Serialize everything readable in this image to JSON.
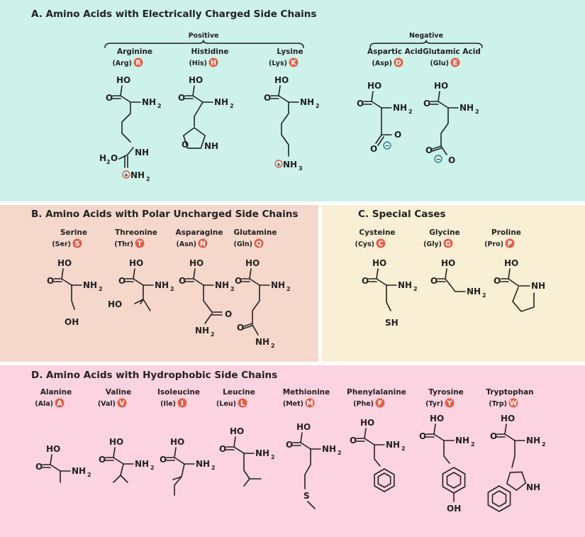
{
  "colors": {
    "sectionA": "#cdf2ea",
    "sectionB": "#f6d7cc",
    "sectionC": "#f8efd4",
    "sectionD": "#fbd3e1",
    "badge": "#e0604a",
    "ink": "#222222"
  },
  "sections": [
    {
      "id": "A",
      "title": "A.   Amino Acids with Electrically Charged Side Chains",
      "groups": [
        {
          "label": "Positive"
        },
        {
          "label": "Negative"
        }
      ],
      "acids": [
        {
          "name": "Arginine",
          "abbr": "(Arg)",
          "letter": "R"
        },
        {
          "name": "Histidine",
          "abbr": "(His)",
          "letter": "H"
        },
        {
          "name": "Lysine",
          "abbr": "(Lys)",
          "letter": "K"
        },
        {
          "name": "Aspartic Acid",
          "abbr": "(Asp)",
          "letter": "D"
        },
        {
          "name": "Glutamic Acid",
          "abbr": "(Glu)",
          "letter": "E"
        }
      ]
    },
    {
      "id": "B",
      "title": "B.   Amino Acids with Polar Uncharged Side Chains",
      "acids": [
        {
          "name": "Serine",
          "abbr": "(Ser)",
          "letter": "S"
        },
        {
          "name": "Threonine",
          "abbr": "(Thr)",
          "letter": "T"
        },
        {
          "name": "Asparagine",
          "abbr": "(Asn)",
          "letter": "N"
        },
        {
          "name": "Glutamine",
          "abbr": "(Gln)",
          "letter": "Q"
        }
      ]
    },
    {
      "id": "C",
      "title": "C.   Special Cases",
      "acids": [
        {
          "name": "Cysteine",
          "abbr": "(Cys)",
          "letter": "C"
        },
        {
          "name": "Glycine",
          "abbr": "(Gly)",
          "letter": "G"
        },
        {
          "name": "Proline",
          "abbr": "(Pro)",
          "letter": "P"
        }
      ]
    },
    {
      "id": "D",
      "title": "D.   Amino Acids with Hydrophobic Side Chains",
      "acids": [
        {
          "name": "Alanine",
          "abbr": "(Ala)",
          "letter": "A"
        },
        {
          "name": "Valine",
          "abbr": "(Val)",
          "letter": "V"
        },
        {
          "name": "Isoleucine",
          "abbr": "(Ile)",
          "letter": "I"
        },
        {
          "name": "Leucine",
          "abbr": "(Leu)",
          "letter": "L"
        },
        {
          "name": "Methionine",
          "abbr": "(Met)",
          "letter": "M"
        },
        {
          "name": "Phenylalanine",
          "abbr": "(Phe)",
          "letter": "F"
        },
        {
          "name": "Tyrosine",
          "abbr": "(Tyr)",
          "letter": "Y"
        },
        {
          "name": "Tryptophan",
          "abbr": "(Trp)",
          "letter": "W"
        }
      ]
    }
  ],
  "atoms": {
    "HO": "HO",
    "O": "O",
    "NH": "NH",
    "H2N": "H",
    "two": "2",
    "three": "3",
    "NH2": "NH",
    "NH3": "NH",
    "OH": "OH",
    "SH": "SH",
    "S": "S",
    "plus": "+",
    "minus": "−"
  }
}
